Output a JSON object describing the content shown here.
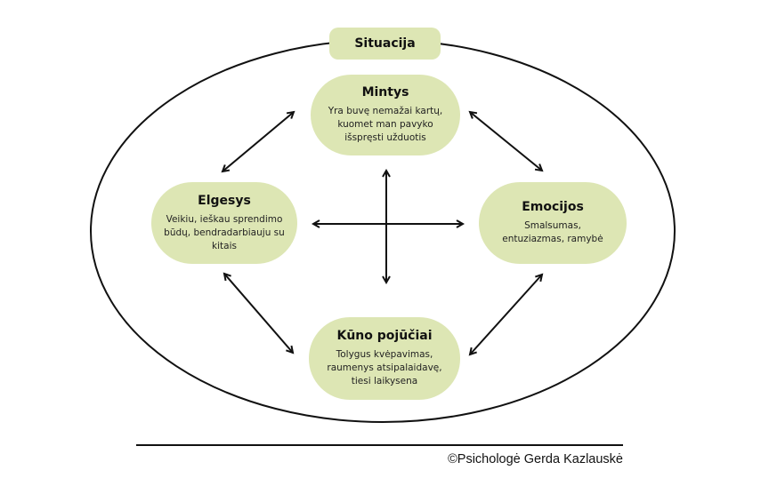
{
  "situation": {
    "label": "Situacija"
  },
  "nodes": {
    "mintys": {
      "title": "Mintys",
      "lines": [
        "Yra buvę nemažai kartų,",
        "kuomet man pavyko",
        "išspręsti užduotis"
      ]
    },
    "elgesys": {
      "title": "Elgesys",
      "lines": [
        "Veikiu, ieškau sprendimo",
        "būdų, bendradarbiauju su",
        "kitais"
      ]
    },
    "emocijos": {
      "title": "Emocijos",
      "lines": [
        "Smalsumas,",
        "entuziazmas, ramybė"
      ]
    },
    "kuno_pojuciai": {
      "title": "Kūno pojūčiai",
      "lines": [
        "Tolygus kvėpavimas,",
        "raumenys atsipalaidavę,",
        "tiesi laikysena"
      ]
    }
  },
  "connections": [
    {
      "name": "arrow-mintys-elgesys",
      "from": "mintys",
      "to": "elgesys",
      "type": "bidirectional"
    },
    {
      "name": "arrow-mintys-emocijos",
      "from": "mintys",
      "to": "emocijos",
      "type": "bidirectional"
    },
    {
      "name": "arrow-elgesys-kuno",
      "from": "elgesys",
      "to": "kuno_pojuciai",
      "type": "bidirectional"
    },
    {
      "name": "arrow-emocijos-kuno",
      "from": "emocijos",
      "to": "kuno_pojuciai",
      "type": "bidirectional"
    },
    {
      "name": "arrow-elgesys-emocijos",
      "from": "elgesys",
      "to": "emocijos",
      "type": "bidirectional"
    },
    {
      "name": "arrow-mintys-kuno",
      "from": "mintys",
      "to": "kuno_pojuciai",
      "type": "bidirectional"
    }
  ],
  "colors": {
    "node_fill": "#dde6b4",
    "stroke": "#111111"
  },
  "footer": {
    "copyright": "©Psichologė Gerda Kazlauskė"
  }
}
